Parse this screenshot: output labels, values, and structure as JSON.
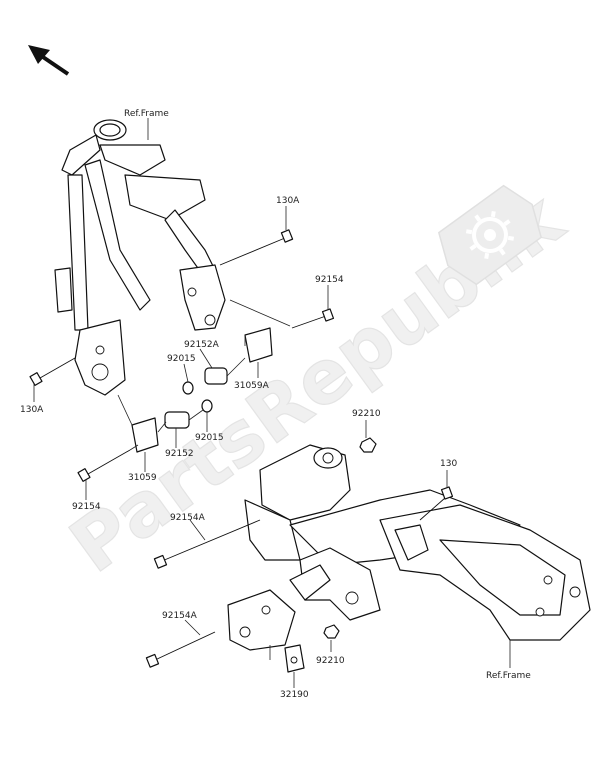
{
  "watermark": {
    "text": "PartsRepublik",
    "color": "#e6e6e6"
  },
  "icons": {
    "direction": "arrow-up-left-icon",
    "watermark_logo": "gear-icon"
  },
  "labels": {
    "ref_frame_top": "Ref.Frame",
    "ref_frame_bottom": "Ref.Frame",
    "p130A_top": "130A",
    "p130A_left": "130A",
    "p130_right": "130",
    "p92154_top": "92154",
    "p92154_left": "92154",
    "p92154A_mid": "92154A",
    "p92154A_low": "92154A",
    "p92152A": "92152A",
    "p92152": "92152",
    "p92015_top": "92015",
    "p92015_bottom": "92015",
    "p31059A": "31059A",
    "p31059": "31059",
    "p92210_top": "92210",
    "p92210_bottom": "92210",
    "p32190": "32190"
  }
}
